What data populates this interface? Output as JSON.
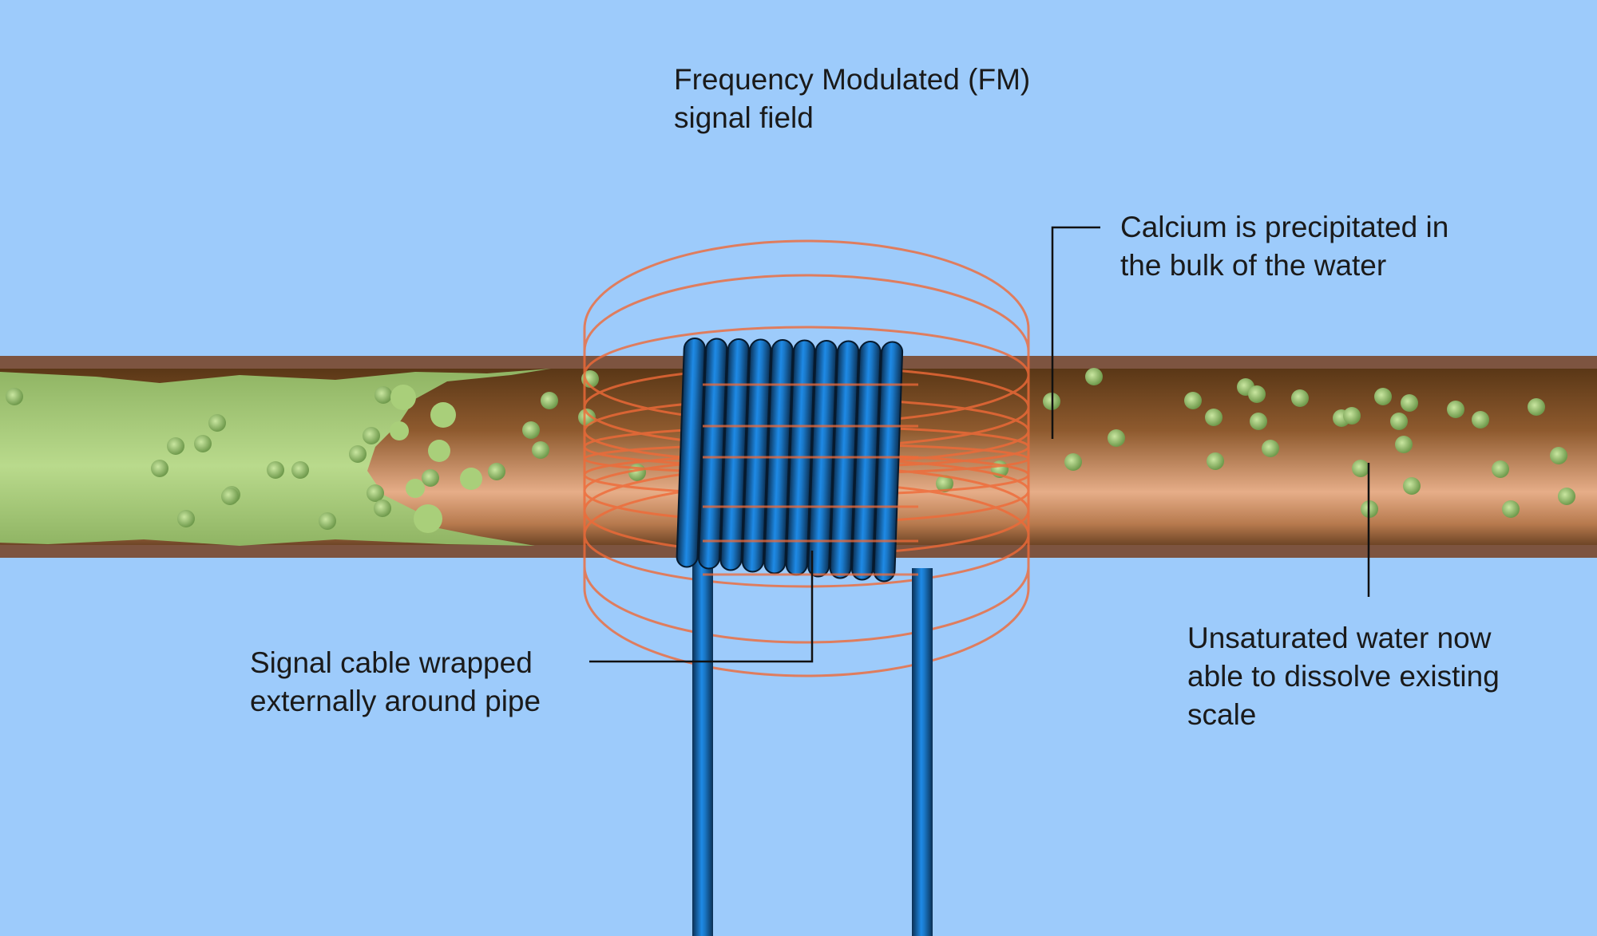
{
  "labels": {
    "fm_field": [
      "Frequency Modulated (FM)",
      "signal field"
    ],
    "calcium": [
      "Calcium is precipitated in",
      "the bulk of the water"
    ],
    "signal_cable": [
      "Signal cable wrapped",
      "externally around pipe"
    ],
    "unsaturated": [
      "Unsaturated water now",
      "able to dissolve existing",
      "scale"
    ]
  },
  "colors": {
    "background": "#9dcbfb",
    "pipe_dark": "#5a3716",
    "pipe_light": "#e6ad88",
    "scale": "#a9cf7a",
    "coil": "#1a78c8",
    "field": "#f06a38"
  }
}
